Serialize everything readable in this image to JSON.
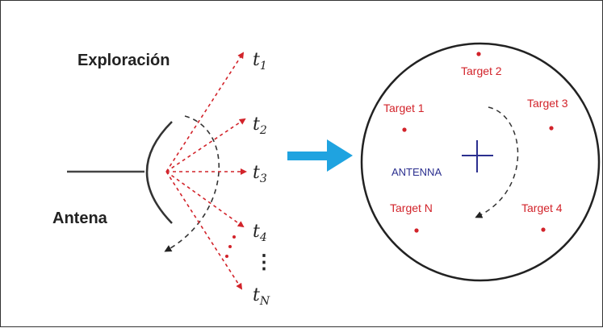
{
  "left": {
    "exploration_label": "Exploración",
    "antenna_label": "Antena",
    "time_labels": [
      {
        "base": "t",
        "sub": "1"
      },
      {
        "base": "t",
        "sub": "2"
      },
      {
        "base": "t",
        "sub": "3"
      },
      {
        "base": "t",
        "sub": "4"
      },
      {
        "base": "t",
        "sub": "N"
      }
    ],
    "ellipsis": "⋮"
  },
  "right": {
    "antenna_label": "ANTENNA",
    "targets": [
      {
        "name": "Target 1"
      },
      {
        "name": "Target 2"
      },
      {
        "name": "Target 3"
      },
      {
        "name": "Target 4"
      },
      {
        "name": "Target N"
      }
    ]
  },
  "colors": {
    "beam": "#d2232a",
    "target": "#d2232a",
    "arrow": "#1fa3e0",
    "antenna_text": "#2b2f8f",
    "line": "#333333"
  }
}
